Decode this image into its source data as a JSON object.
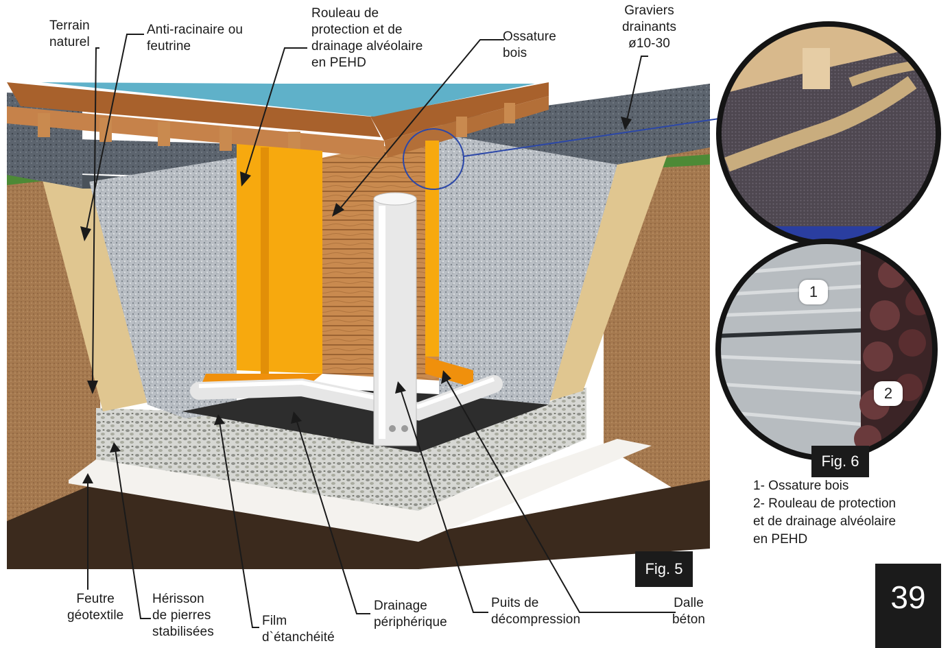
{
  "labels": {
    "terrain_naturel": "Terrain\nnaturel",
    "anti_racinaire": "Anti-racinaire ou\nfeutrine",
    "rouleau": "Rouleau de\nprotection et de\ndrainage alvéolaire\nen PEHD",
    "ossature": "Ossature\nbois",
    "graviers": "Graviers\ndrainants\nø10-30",
    "feutre": "Feutre\ngéotextile",
    "herisson": "Hérisson\nde pierres\nstabilisées",
    "film": "Film\nd`étanchéité",
    "drainage": "Drainage\npériphérique",
    "puits": "Puits de\ndécompression",
    "dalle": "Dalle\nbéton"
  },
  "fig5": "Fig. 5",
  "fig6": "Fig. 6",
  "fig6_badges": [
    "1",
    "2"
  ],
  "legend": [
    "1- Ossature bois",
    "2- Rouleau de protection\net de drainage alvéolaire\nen PEHD"
  ],
  "page_number": "39"
}
